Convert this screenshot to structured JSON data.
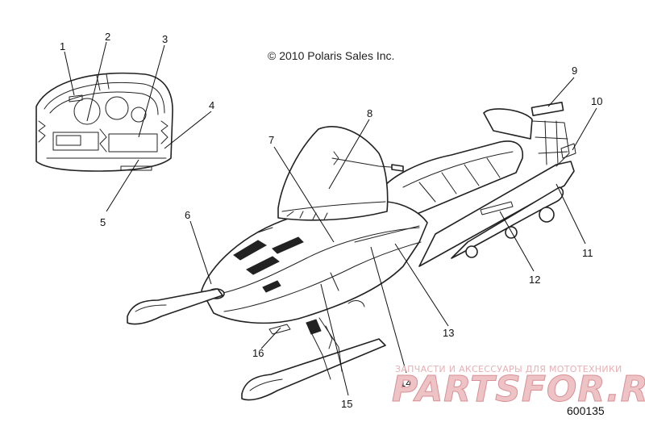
{
  "copyright": "© 2010 Polaris Sales Inc.",
  "document_number": "600135",
  "watermark": {
    "caption": "ЗАПЧАСТИ И АКСЕССУАРЫ ДЛЯ МОТОТЕХНИКИ",
    "logo_text": "PARTSFOR.RU"
  },
  "callouts": [
    {
      "id": "callout-1",
      "label": "1"
    },
    {
      "id": "callout-2",
      "label": "2"
    },
    {
      "id": "callout-3",
      "label": "3"
    },
    {
      "id": "callout-4",
      "label": "4"
    },
    {
      "id": "callout-5",
      "label": "5"
    },
    {
      "id": "callout-6",
      "label": "6"
    },
    {
      "id": "callout-7",
      "label": "7"
    },
    {
      "id": "callout-8",
      "label": "8"
    },
    {
      "id": "callout-9",
      "label": "9"
    },
    {
      "id": "callout-10",
      "label": "10"
    },
    {
      "id": "callout-11",
      "label": "11"
    },
    {
      "id": "callout-12",
      "label": "12"
    },
    {
      "id": "callout-13",
      "label": "13"
    },
    {
      "id": "callout-14",
      "label": "14"
    },
    {
      "id": "callout-15",
      "label": "15"
    },
    {
      "id": "callout-16",
      "label": "16"
    }
  ]
}
